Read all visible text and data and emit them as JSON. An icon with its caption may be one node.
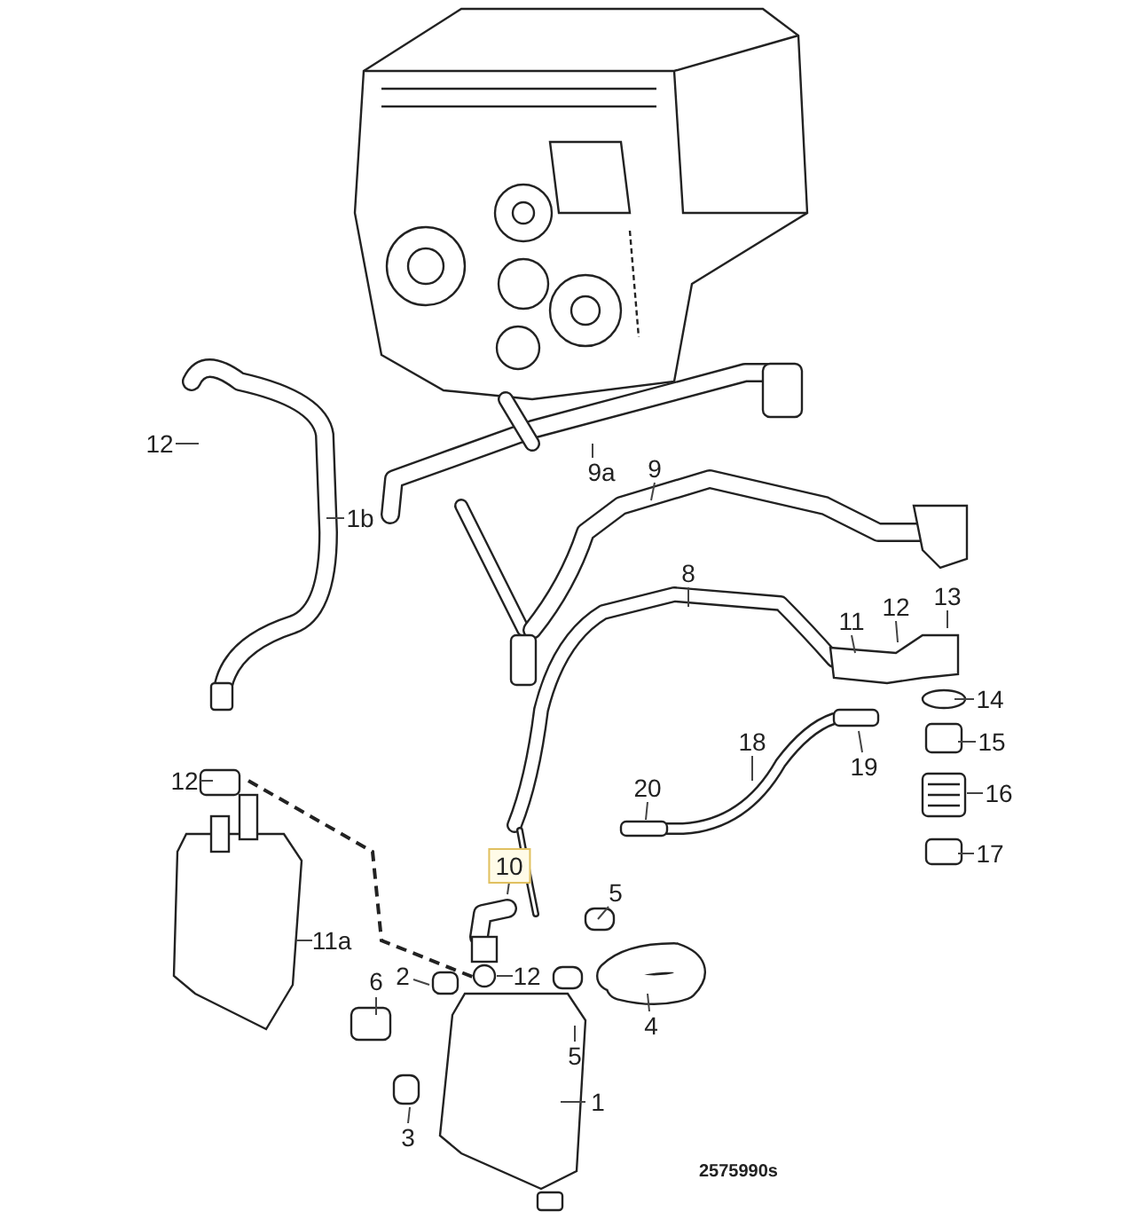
{
  "diagram": {
    "nodes": [
      {
        "text": [
          "12"
        ]
      },
      {
        "text": [
          "1b"
        ]
      },
      {
        "text": [
          "9a"
        ]
      },
      {
        "text": [
          "9"
        ]
      },
      {
        "text": [
          "8"
        ]
      },
      {
        "text": [
          "11"
        ]
      },
      {
        "text": [
          "12"
        ]
      },
      {
        "text": [
          "13"
        ]
      },
      {
        "text": [
          "14"
        ]
      },
      {
        "text": [
          "15"
        ]
      },
      {
        "text": [
          "16"
        ]
      },
      {
        "text": [
          "17"
        ]
      },
      {
        "text": [
          "19"
        ]
      },
      {
        "text": [
          "18"
        ]
      },
      {
        "text": [
          "20"
        ]
      },
      {
        "text": [
          "10"
        ]
      },
      {
        "text": [
          "12"
        ]
      },
      {
        "text": [
          "11a"
        ]
      },
      {
        "text": [
          "5"
        ]
      },
      {
        "text": [
          "6"
        ]
      },
      {
        "text": [
          "2"
        ]
      },
      {
        "text": [
          "12"
        ]
      },
      {
        "text": [
          "5"
        ]
      },
      {
        "text": [
          "4"
        ]
      },
      {
        "text": [
          "1"
        ]
      },
      {
        "text": [
          "3"
        ]
      }
    ],
    "edges": [
      {
        "from": 0,
        "to": null,
        "arrow": "none"
      },
      {
        "from": 1,
        "to": null,
        "arrow": "none"
      },
      {
        "from": 2,
        "to": null,
        "arrow": "none"
      },
      {
        "from": 3,
        "to": null,
        "arrow": "none"
      },
      {
        "from": 4,
        "to": null,
        "arrow": "none"
      },
      {
        "from": 5,
        "to": null,
        "arrow": "none"
      },
      {
        "from": 6,
        "to": null,
        "arrow": "none"
      },
      {
        "from": 7,
        "to": null,
        "arrow": "none"
      },
      {
        "from": 8,
        "to": null,
        "arrow": "none"
      },
      {
        "from": 9,
        "to": null,
        "arrow": "none"
      },
      {
        "from": 10,
        "to": null,
        "arrow": "none"
      },
      {
        "from": 11,
        "to": null,
        "arrow": "none"
      },
      {
        "from": 12,
        "to": null,
        "arrow": "none"
      },
      {
        "from": 13,
        "to": null,
        "arrow": "none"
      },
      {
        "from": 14,
        "to": null,
        "arrow": "none"
      },
      {
        "from": 15,
        "to": null,
        "arrow": "none"
      },
      {
        "from": 16,
        "to": null,
        "arrow": "none"
      },
      {
        "from": 17,
        "to": null,
        "arrow": "none"
      },
      {
        "from": 18,
        "to": null,
        "arrow": "none"
      },
      {
        "from": 19,
        "to": null,
        "arrow": "none"
      },
      {
        "from": 20,
        "to": null,
        "arrow": "none"
      },
      {
        "from": 21,
        "to": null,
        "arrow": "none"
      },
      {
        "from": 22,
        "to": null,
        "arrow": "none"
      },
      {
        "from": 23,
        "to": null,
        "arrow": "none"
      },
      {
        "from": 24,
        "to": null,
        "arrow": "none"
      },
      {
        "from": 25,
        "to": null,
        "arrow": "none"
      }
    ],
    "labels": [
      "2575990s"
    ]
  }
}
